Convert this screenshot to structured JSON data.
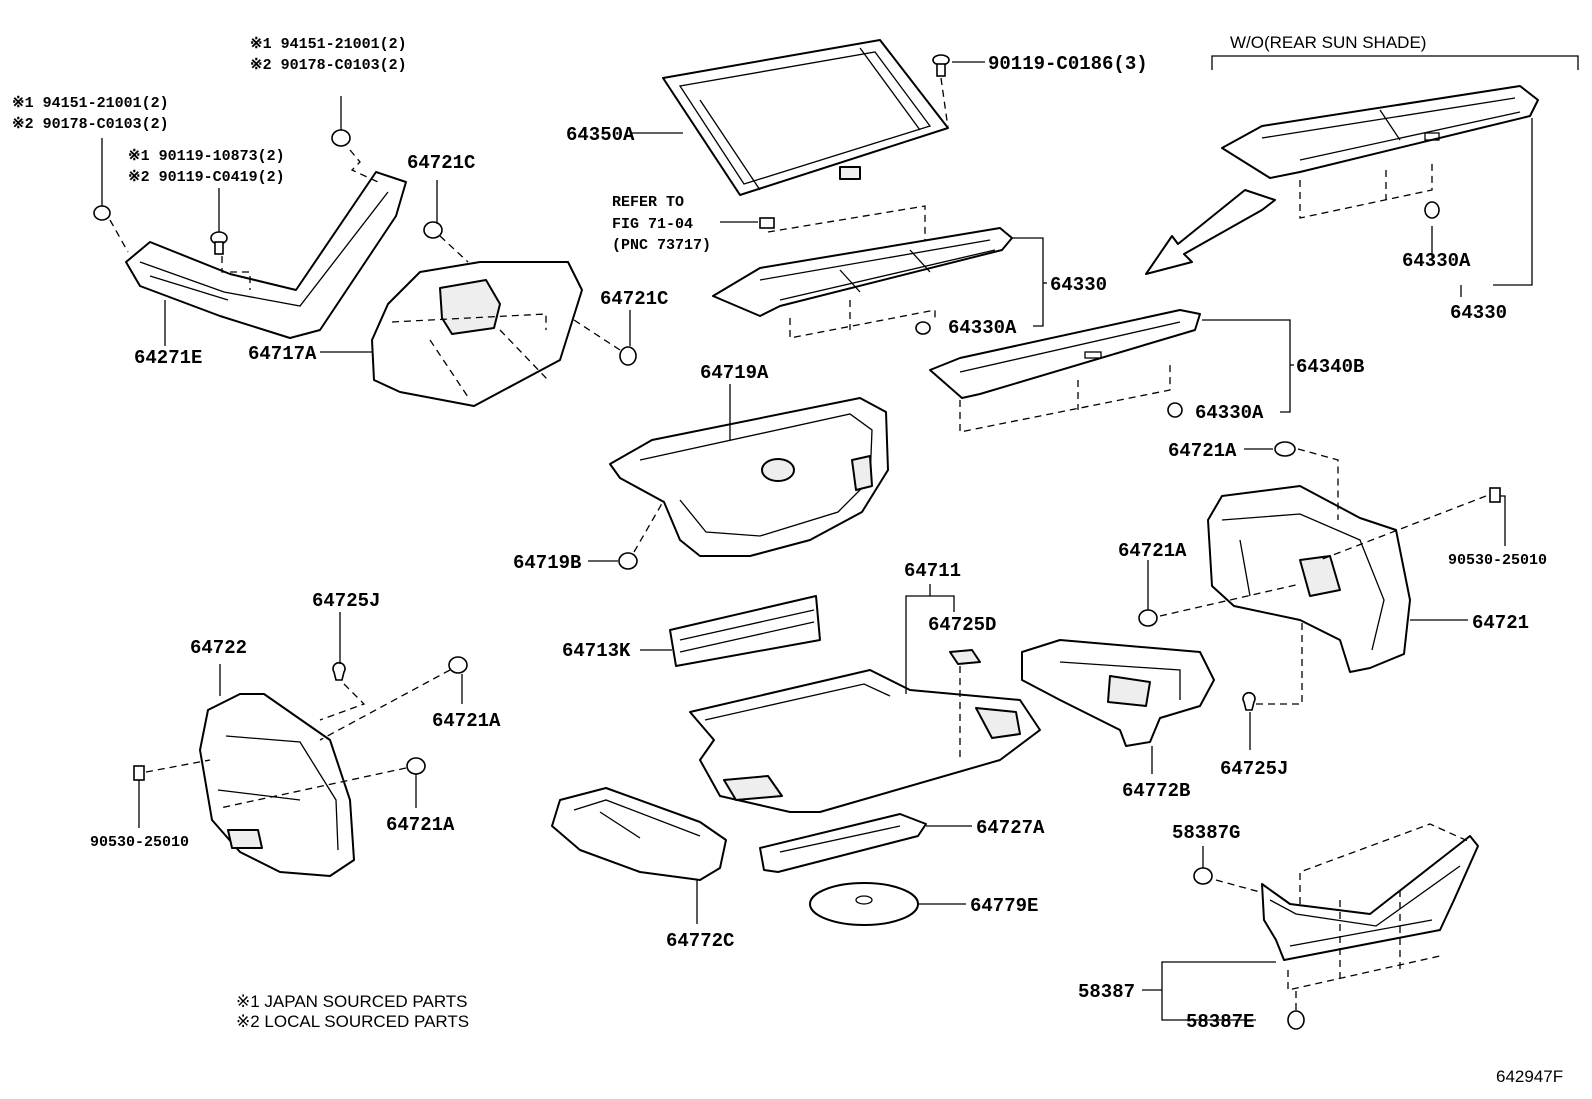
{
  "labels": {
    "p64350A": "64350A",
    "p90119_C0186": "90119-C0186(3)",
    "wo_rear_sun_shade": "W/O(REAR SUN SHADE)",
    "refer_to": "REFER TO",
    "fig_71_04": "FIG 71-04",
    "pnc_73717": "(PNC 73717)",
    "p64330_mid": "64330",
    "p64330A_mid": "64330A",
    "p64330A_right": "64330A",
    "p64330_right": "64330",
    "p64340B": "64340B",
    "p64330A_lower": "64330A",
    "note_j1_top": "※1 94151-21001(2)",
    "note_j2_top": "※2 90178-C0103(2)",
    "note_j1_left": "※1 94151-21001(2)",
    "note_j2_left": "※2 90178-C0103(2)",
    "note_j1_bolt": "※1 90119-10873(2)",
    "note_j2_bolt": "※2 90119-C0419(2)",
    "p64721C_top": "64721C",
    "p64721C_mid": "64721C",
    "p64271E": "64271E",
    "p64717A": "64717A",
    "p64719A": "64719A",
    "p64719B": "64719B",
    "p64721A_top": "64721A",
    "p64721A_right": "64721A",
    "p64721_right": "64721",
    "p90530_right": "90530-25010",
    "p64725J_right": "64725J",
    "p64711": "64711",
    "p64725D": "64725D",
    "p64713K": "64713K",
    "p64772B": "64772B",
    "p64725J_left": "64725J",
    "p64722": "64722",
    "p64721A_left_top": "64721A",
    "p64721A_left_bot": "64721A",
    "p90530_left": "90530-25010",
    "p64727A": "64727A",
    "p64779E": "64779E",
    "p64772C": "64772C",
    "p58387G": "58387G",
    "p58387": "58387",
    "p58387E": "58387E",
    "legend_1": "※1 JAPAN SOURCED PARTS",
    "legend_2": "※2 LOCAL SOURCED PARTS",
    "diagram_code": "642947F"
  }
}
